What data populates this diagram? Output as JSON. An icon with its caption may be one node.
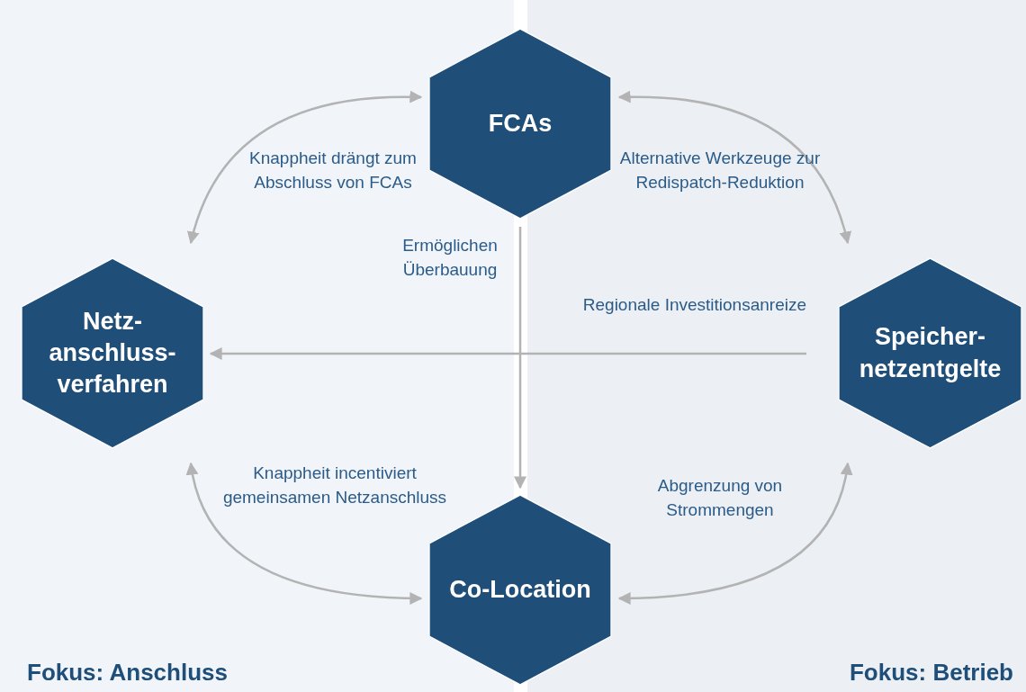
{
  "diagram": {
    "nodes": [
      {
        "text": [
          "FCAs"
        ]
      },
      {
        "text": [
          "Netz-anschluss-verfahren"
        ]
      },
      {
        "text": [
          "Speicher-netzentgelte"
        ]
      },
      {
        "text": [
          "Co-Location"
        ]
      }
    ],
    "edges": [
      {
        "from": 0,
        "to": 1,
        "arrow": "both",
        "label": "Knappheit drängt zum Abschluss von FCAs"
      },
      {
        "from": 0,
        "to": 2,
        "arrow": "both",
        "label": "Alternative Werkzeuge zur Redispatch-Reduktion"
      },
      {
        "from": 0,
        "to": 3,
        "arrow": "to",
        "label": "Ermöglichen Überbauung"
      },
      {
        "from": 2,
        "to": 1,
        "arrow": "to",
        "label": "Regionale Investitionsanreize"
      },
      {
        "from": 1,
        "to": 3,
        "arrow": "both",
        "label": "Knappheit incentiviert gemeinsamen Netzanschluss"
      },
      {
        "from": 3,
        "to": 2,
        "arrow": "both",
        "label": "Abgrenzung von Strommengen"
      }
    ],
    "labels": [
      "Fokus: Anschluss",
      "Fokus: Betrieb"
    ]
  }
}
